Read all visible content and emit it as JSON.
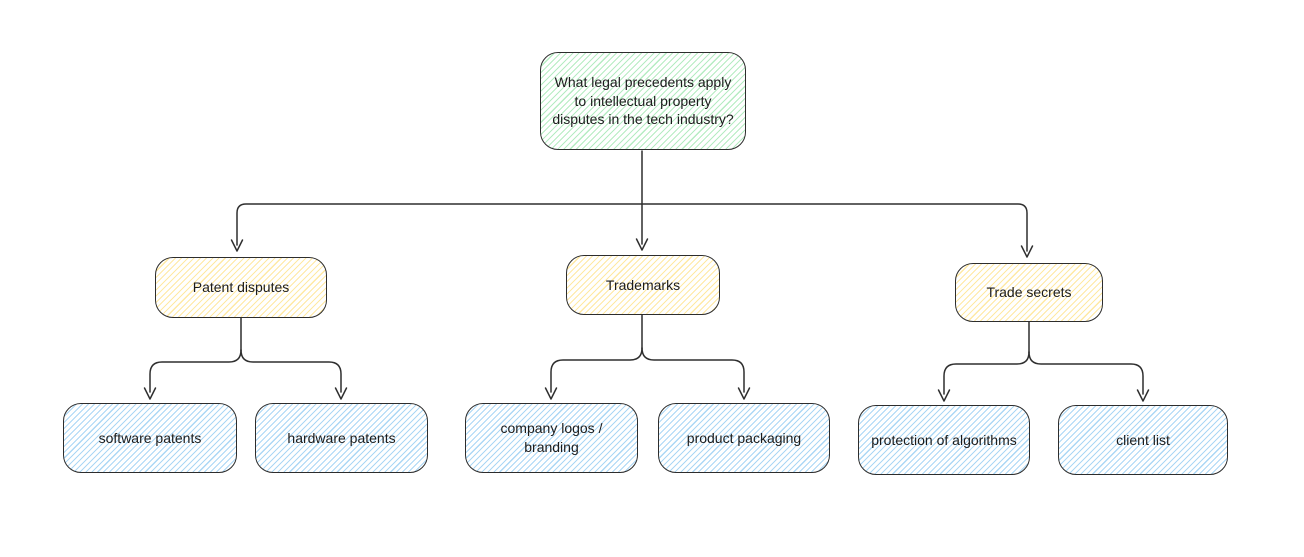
{
  "diagram": {
    "root": {
      "label": "What legal precedents apply to intellectual property disputes in the tech industry?",
      "fill_color": "#b2f2bb"
    },
    "branches": [
      {
        "label": "Patent disputes",
        "fill_color": "#ffec99",
        "children": [
          {
            "label": "software patents",
            "fill_color": "#a5d8ff"
          },
          {
            "label": "hardware patents",
            "fill_color": "#a5d8ff"
          }
        ]
      },
      {
        "label": "Trademarks",
        "fill_color": "#ffec99",
        "children": [
          {
            "label": "company logos / branding",
            "fill_color": "#a5d8ff"
          },
          {
            "label": "product packaging",
            "fill_color": "#a5d8ff"
          }
        ]
      },
      {
        "label": "Trade secrets",
        "fill_color": "#ffec99",
        "children": [
          {
            "label": "protection of algorithms",
            "fill_color": "#a5d8ff"
          },
          {
            "label": "client list",
            "fill_color": "#a5d8ff"
          }
        ]
      }
    ],
    "style": {
      "stroke_color": "#2f2f2f",
      "background_color": "#ffffff"
    }
  }
}
